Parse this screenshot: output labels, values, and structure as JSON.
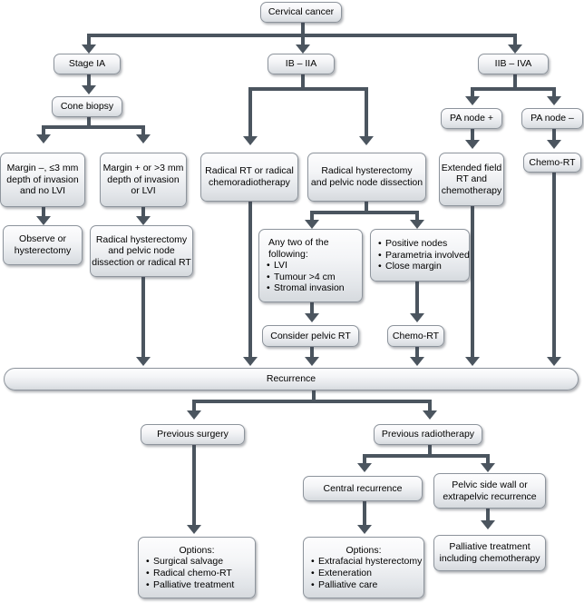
{
  "diagram": {
    "title": "Cervical cancer management flowchart",
    "colors": {
      "connector": "#4b555f",
      "node_border": "#8d949c",
      "node_fill_top": "#fdfdfe",
      "node_fill_bottom": "#d6dade",
      "text": "#000000",
      "background": "#ffffff"
    }
  },
  "nodes": {
    "root": {
      "label": "Cervical cancer"
    },
    "stage_ia": {
      "label": "Stage IA"
    },
    "ib_iia": {
      "label": "IB – IIA"
    },
    "iib_iva": {
      "label": "IIB – IVA"
    },
    "cone_biopsy": {
      "label": "Cone biopsy"
    },
    "pa_node_pos": {
      "label": "PA node +"
    },
    "pa_node_neg": {
      "label": "PA node –"
    },
    "margin_neg": {
      "line1": "Margin –, ≤3 mm",
      "line2": "depth of invasion",
      "line3": "and no LVI"
    },
    "margin_pos": {
      "line1": "Margin + or >3 mm",
      "line2": "depth of invasion",
      "line3": "or LVI"
    },
    "radical_rt": {
      "line1": "Radical RT or radical",
      "line2": "chemoradiotherapy"
    },
    "radical_hyst_pelvic": {
      "line1": "Radical hysterectomy",
      "line2": "and pelvic node dissection"
    },
    "extended_field": {
      "line1": "Extended field",
      "line2": "RT and",
      "line3": "chemotherapy"
    },
    "chemo_rt_right": {
      "label": "Chemo-RT"
    },
    "observe": {
      "line1": "Observe or",
      "line2": "hysterectomy"
    },
    "radical_hyst_or_rt": {
      "line1": "Radical hysterectomy",
      "line2": "and pelvic node",
      "line3": "dissection or radical RT"
    },
    "any_two": {
      "header1": "Any two of the",
      "header2": "following:",
      "items": [
        "LVI",
        "Tumour >4 cm",
        "Stromal invasion"
      ]
    },
    "positive_nodes": {
      "items": [
        "Positive nodes",
        "Parametria involved",
        "Close margin"
      ]
    },
    "consider_pelvic_rt": {
      "label": "Consider pelvic RT"
    },
    "chemo_rt_mid": {
      "label": "Chemo-RT"
    },
    "recurrence": {
      "label": "Recurrence"
    },
    "previous_surgery": {
      "label": "Previous surgery"
    },
    "previous_radiotherapy": {
      "label": "Previous radiotherapy"
    },
    "central_recurrence": {
      "label": "Central recurrence"
    },
    "pelvic_side_wall": {
      "line1": "Pelvic side wall or",
      "line2": "extrapelvic recurrence"
    },
    "options_surgery": {
      "header": "Options:",
      "items": [
        "Surgical salvage",
        "Radical chemo-RT",
        "Palliative treatment"
      ]
    },
    "options_central": {
      "header": "Options:",
      "items": [
        "Extrafacial hysterectomy",
        "Exteneration",
        "Palliative care"
      ]
    },
    "palliative": {
      "line1": "Palliative treatment",
      "line2": "including chemotherapy"
    }
  }
}
